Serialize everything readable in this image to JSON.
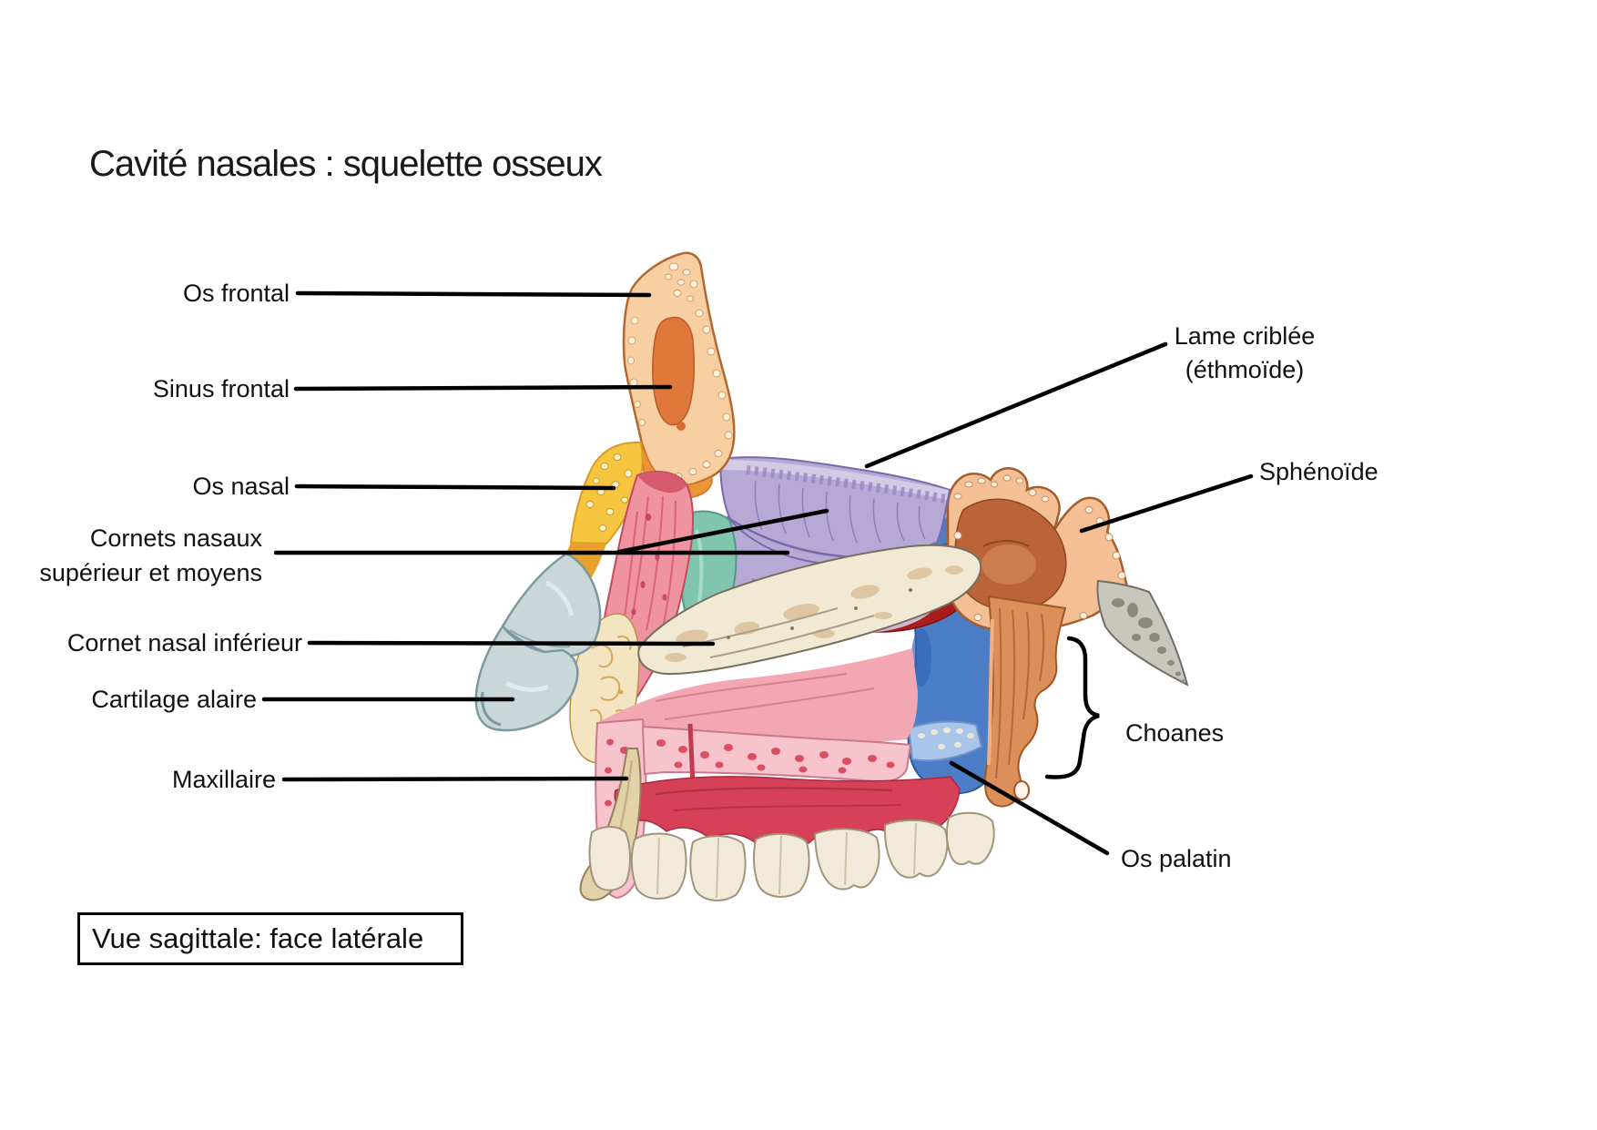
{
  "title": "Cavité nasales : squelette osseux",
  "view_caption": "Vue sagittale: face latérale",
  "labels": {
    "os_frontal": "Os frontal",
    "sinus_frontal": "Sinus frontal",
    "os_nasal": "Os nasal",
    "cornets_nasaux_line1": "Cornets nasaux",
    "cornets_nasaux_line2": "supérieur et moyens",
    "cornet_nasal_inferieur": "Cornet nasal inférieur",
    "cartilage_alaire": "Cartilage alaire",
    "maxillaire": "Maxillaire",
    "lame_criblee_line1": "Lame criblée",
    "lame_criblee_line2": "(éthmoïde)",
    "sphenoide": "Sphénoïde",
    "choanes": "Choanes",
    "os_palatin": "Os palatin"
  },
  "palette": {
    "frontal_bone": "#F8CFA2",
    "frontal_sinus": "#E0773B",
    "nasal_bone": "#F6C640",
    "nasal_bone_band": "#E8A12C",
    "ethmoid": "#B7A9D5",
    "ethmoid_light": "#D3CAE6",
    "lacrimal": "#80C6AE",
    "maxilla_process": "#EF93A0",
    "nasal_cartilage": "#C9D7D9",
    "golden_spongy": "#F3E4C2",
    "inferior_concha": "#F2E9D4",
    "meatus_red": "#A91D1D",
    "sphenoid_blue": "#4C7EC8",
    "sphenoid_shell": "#F4BF94",
    "sphenoid_sinus": "#BC6439",
    "palatine": "#DD8F5A",
    "pterygoid": "#C9C6BC",
    "maxilla_body": "#F2A7B3",
    "maxilla_spongy": "#F7C3CC",
    "palate_red": "#D64158",
    "teeth": "#F1EADB",
    "line_color": "#000000"
  }
}
